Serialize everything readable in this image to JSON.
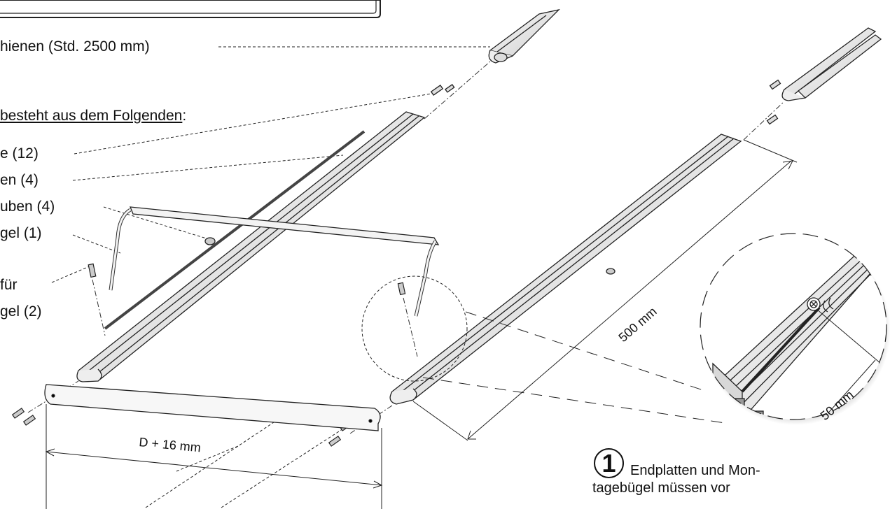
{
  "labels": {
    "rails_standard": "hienen (Std. 2500 mm)",
    "consists_of": "besteht aus dem Folgenden",
    "consists_of_colon": ":",
    "item_1": "e (12)",
    "item_2": "en (4)",
    "item_3": "uben (4)",
    "item_4": "gel (1)",
    "item_5a": "für",
    "item_5b": "gel (2)"
  },
  "dimensions": {
    "length_main": "500 mm",
    "width_plate": "D + 16 mm",
    "detail_offset": "50 mm"
  },
  "step": {
    "number": "1",
    "text_line1": "Endplatten und Mon-",
    "text_line2": "tagebügel müssen vor"
  }
}
